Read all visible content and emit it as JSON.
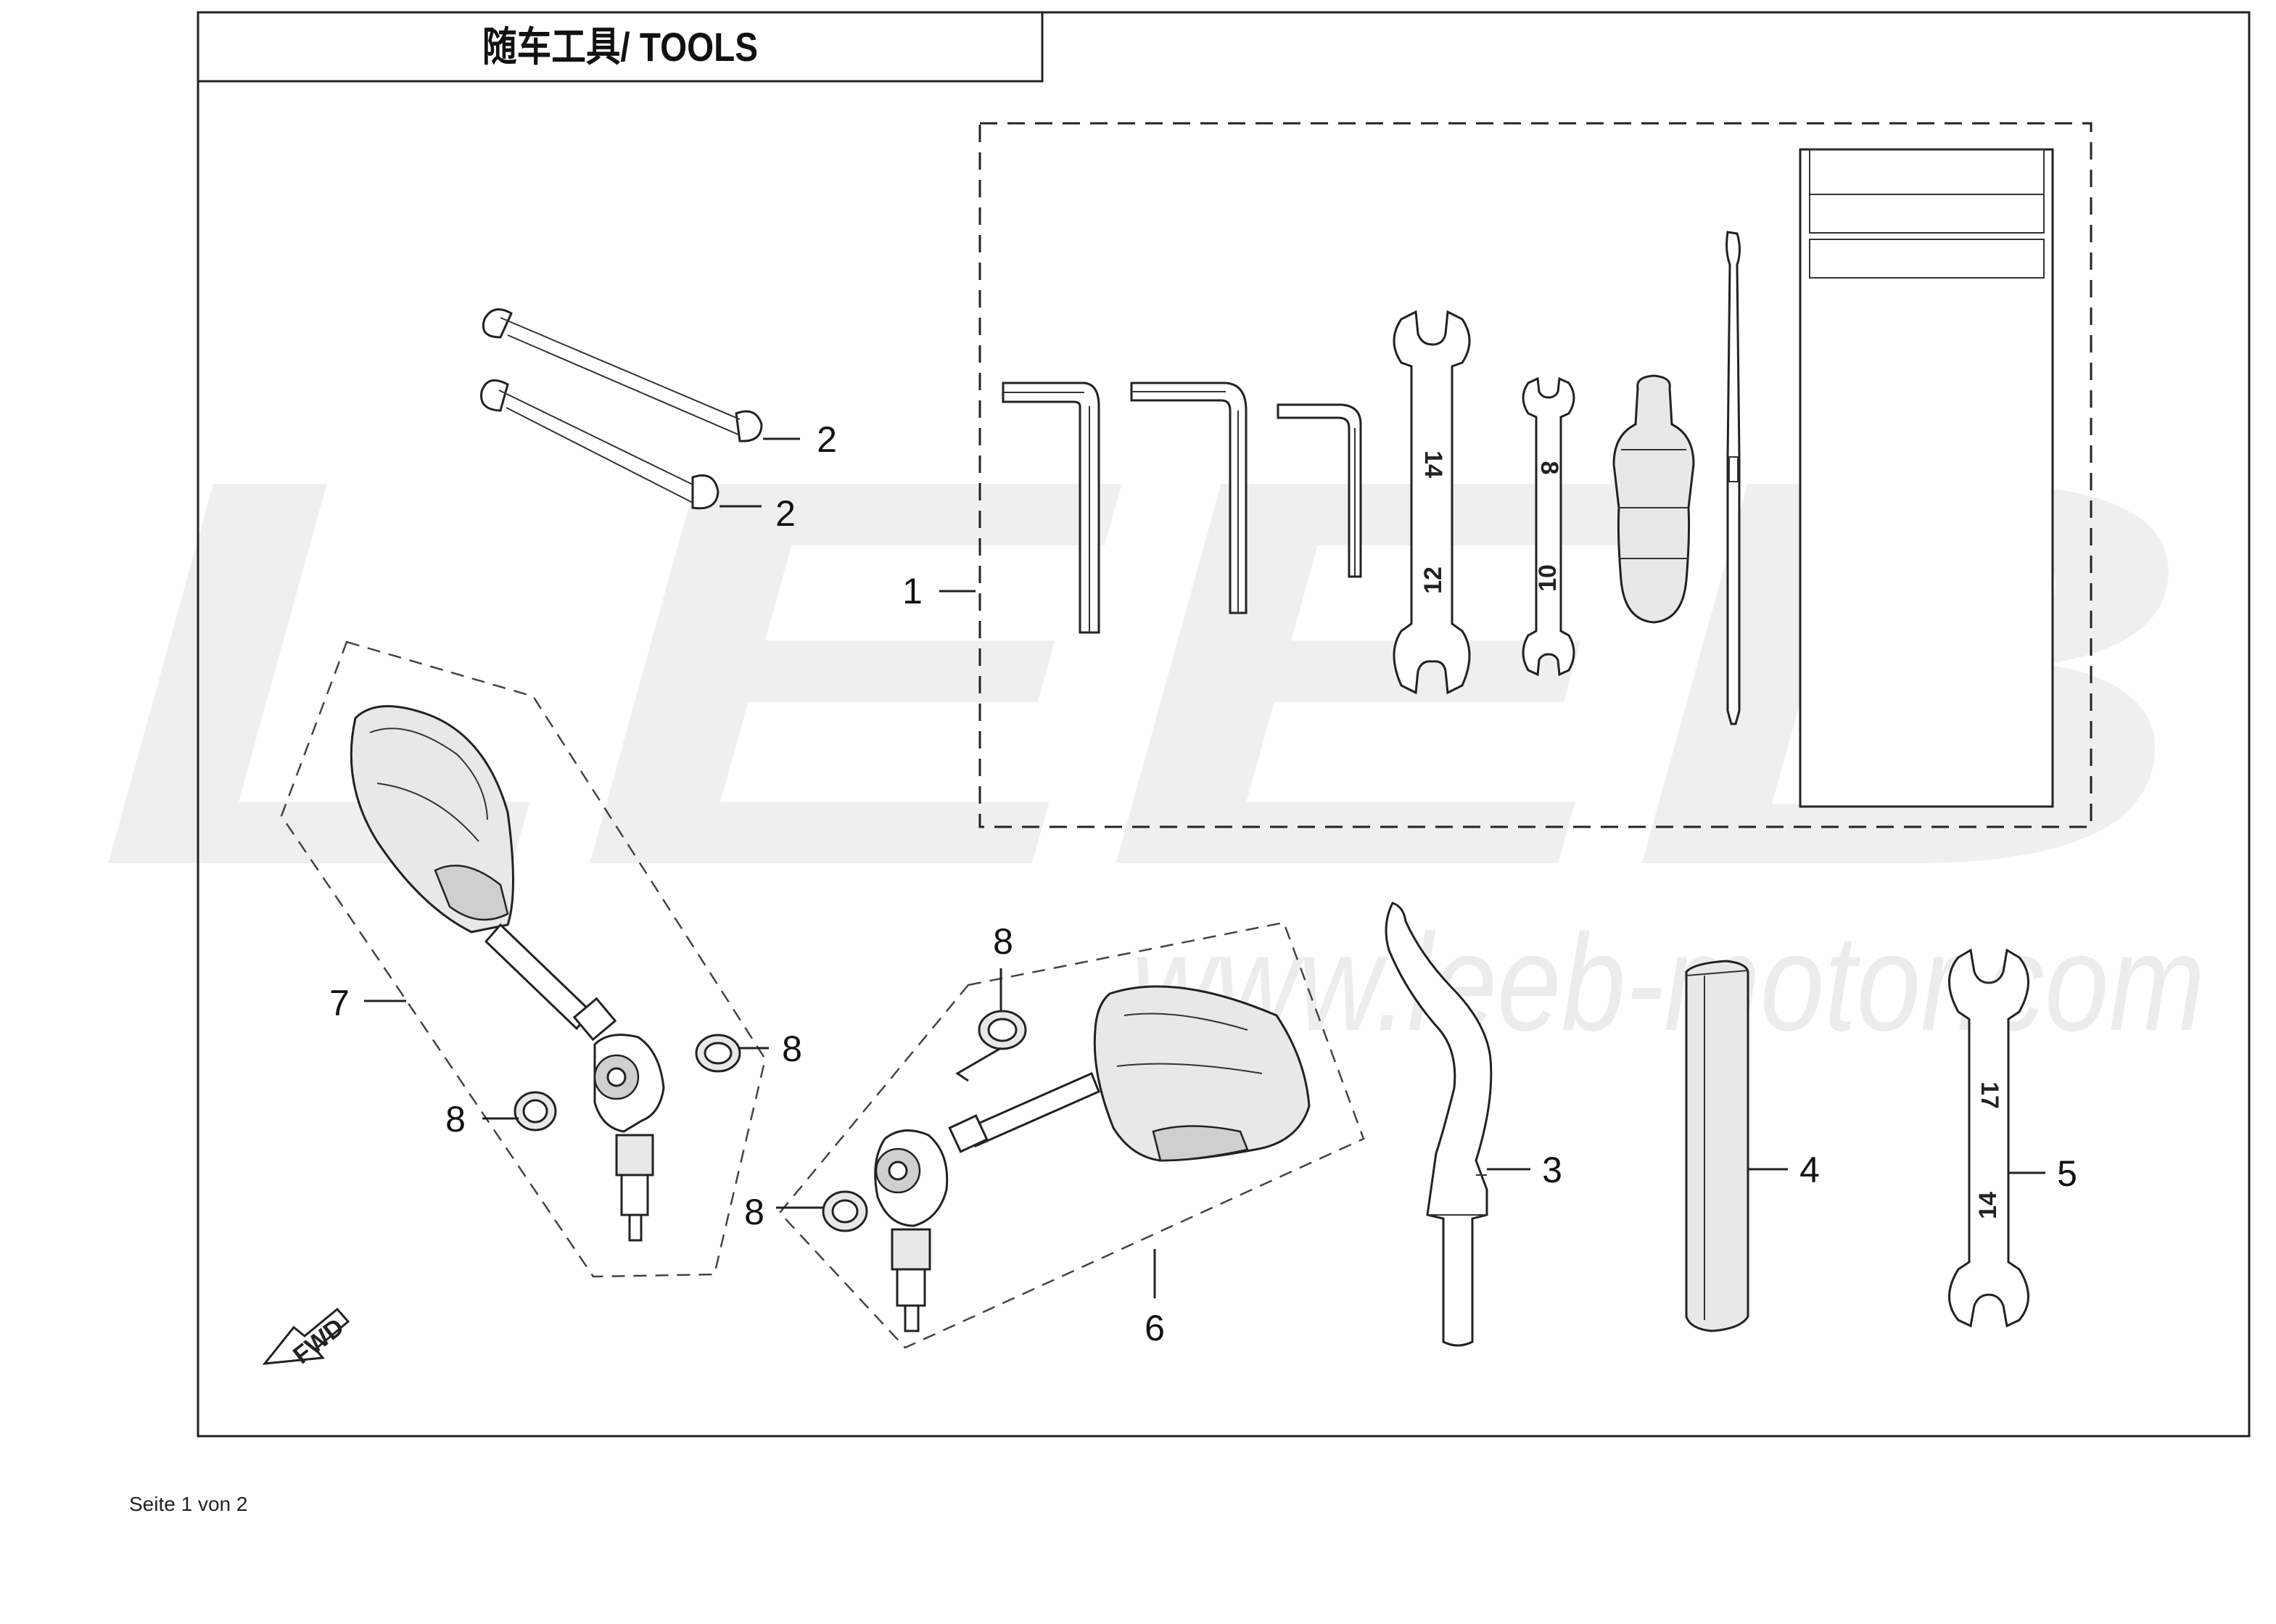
{
  "title": "随车工具/ TOOLS",
  "watermark": {
    "brand": "LEEB",
    "url": "www.leeb-motor.com"
  },
  "callouts": [
    {
      "id": "c1",
      "label": "1"
    },
    {
      "id": "c2a",
      "label": "2"
    },
    {
      "id": "c2b",
      "label": "2"
    },
    {
      "id": "c3",
      "label": "3"
    },
    {
      "id": "c4",
      "label": "4"
    },
    {
      "id": "c5",
      "label": "5"
    },
    {
      "id": "c6",
      "label": "6"
    },
    {
      "id": "c7",
      "label": "7"
    },
    {
      "id": "c8a",
      "label": "8"
    },
    {
      "id": "c8b",
      "label": "8"
    },
    {
      "id": "c8c",
      "label": "8"
    },
    {
      "id": "c8d",
      "label": "8"
    }
  ],
  "wrench_labels": {
    "w1_top": "14",
    "w1_bottom": "12",
    "w2_top": "8",
    "w2_bottom": "10",
    "w3_top": "17",
    "w3_bottom": "14"
  },
  "fwd_label": "FWD",
  "footer": "Seite 1 von 2",
  "colors": {
    "line": "#222222",
    "watermark": "#efefef",
    "background": "#ffffff"
  }
}
